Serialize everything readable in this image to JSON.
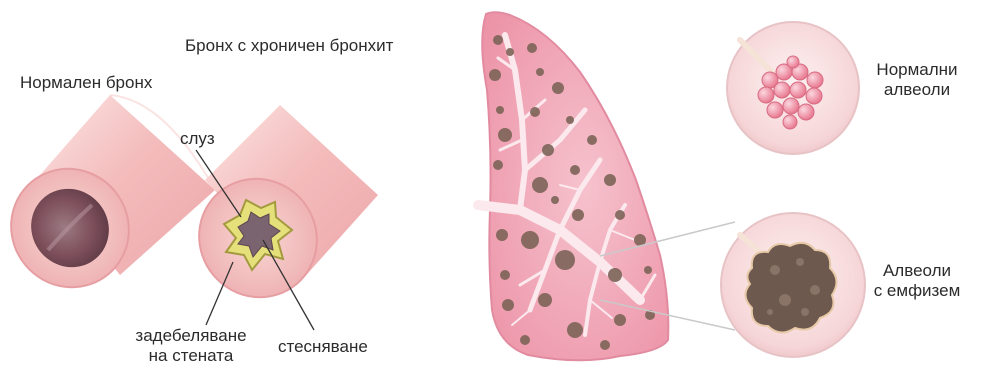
{
  "labels": {
    "normal_bronchus": "Нормален бронх",
    "chronic_bronchitis": "Бронх с хроничен бронхит",
    "mucus": "слуз",
    "wall_thickening_line1": "задебеляване",
    "wall_thickening_line2": "на стената",
    "narrowing": "стесняване",
    "normal_alveoli_line1": "Нормални",
    "normal_alveoli_line2": "алвеоли",
    "emphysema_alveoli_line1": "Алвеоли",
    "emphysema_alveoli_line2": "с емфизем"
  },
  "colors": {
    "tube_pink": "#f2b8bb",
    "tube_light": "#fbe3e3",
    "tube_end": "#f5c9c6",
    "tube_rim": "#e9a3a5",
    "lumen_dark": "#7d4f5b",
    "mucus_yellow": "#e6e07a",
    "lung_pink": "#f1a3b3",
    "lung_edge": "#e58ea1",
    "lesion_brown": "#7d6458",
    "airway_white": "#fbe9ee",
    "alveoli_pink": "#f08da0",
    "alveoli_dark": "#6e594f"
  }
}
